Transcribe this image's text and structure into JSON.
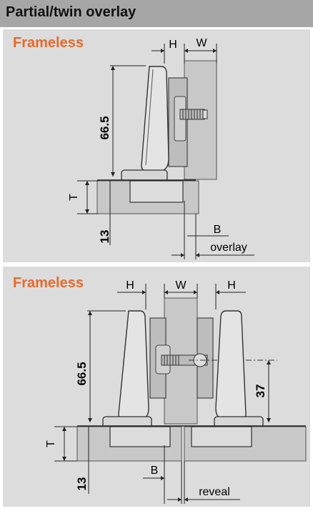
{
  "header": {
    "title": "Partial/twin overlay"
  },
  "colors": {
    "header_bg": "#a6a6a6",
    "panel_bg": "#dcdcdc",
    "accent": "#e8692a"
  },
  "panel1": {
    "title": "Frameless",
    "labels": {
      "h": "H",
      "w": "W",
      "height_dim": "66.5",
      "t": "T",
      "dim13": "13",
      "b": "B",
      "overlay": "overlay"
    }
  },
  "panel2": {
    "title": "Frameless",
    "labels": {
      "h_left": "H",
      "w": "W",
      "h_right": "H",
      "height_dim": "66.5",
      "dim37": "37",
      "t": "T",
      "dim13": "13",
      "b": "B",
      "reveal": "reveal"
    }
  }
}
